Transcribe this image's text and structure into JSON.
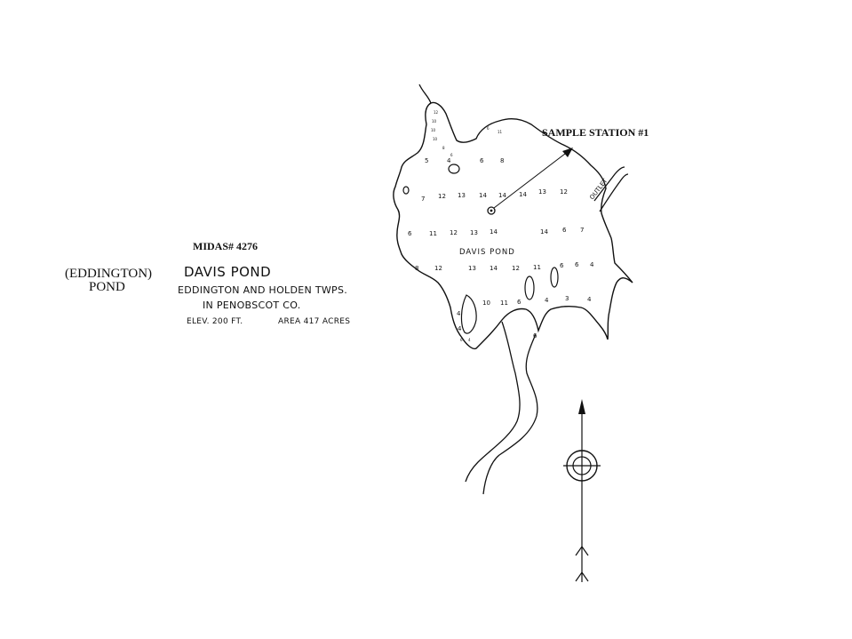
{
  "midas_label": "MIDAS# 4276",
  "alternate_name": {
    "line1": "(EDDINGTON)",
    "line2": "POND"
  },
  "map_header": {
    "title": "DAVIS POND",
    "townships": "EDDINGTON AND HOLDEN TWPS.",
    "county": "IN PENOBSCOT  CO.",
    "elevation": "ELEV.  200 FT.",
    "area": "AREA 417 ACRES"
  },
  "pond_label": "DAVIS  POND",
  "outlet_label": "OUTLET",
  "sample_station_label": "SAMPLE STATION #1",
  "depth_soundings_ft": [
    [
      "5",
      "4",
      "6",
      "8"
    ],
    [
      "7",
      "12",
      "13",
      "14",
      "14",
      "14",
      "13",
      "12"
    ],
    [
      "6",
      "11",
      "12",
      "13",
      "14",
      "14",
      "6",
      "7"
    ],
    [
      "8",
      "12",
      "13",
      "14",
      "12",
      "11",
      "6",
      "6",
      "4"
    ],
    [
      "10",
      "11",
      "6",
      "4",
      "3",
      "4"
    ],
    [
      "4",
      "4",
      "6"
    ]
  ],
  "colors": {
    "ink": "#111111",
    "paper": "#ffffff"
  },
  "north_arrow_icon": "north-arrow-icon"
}
